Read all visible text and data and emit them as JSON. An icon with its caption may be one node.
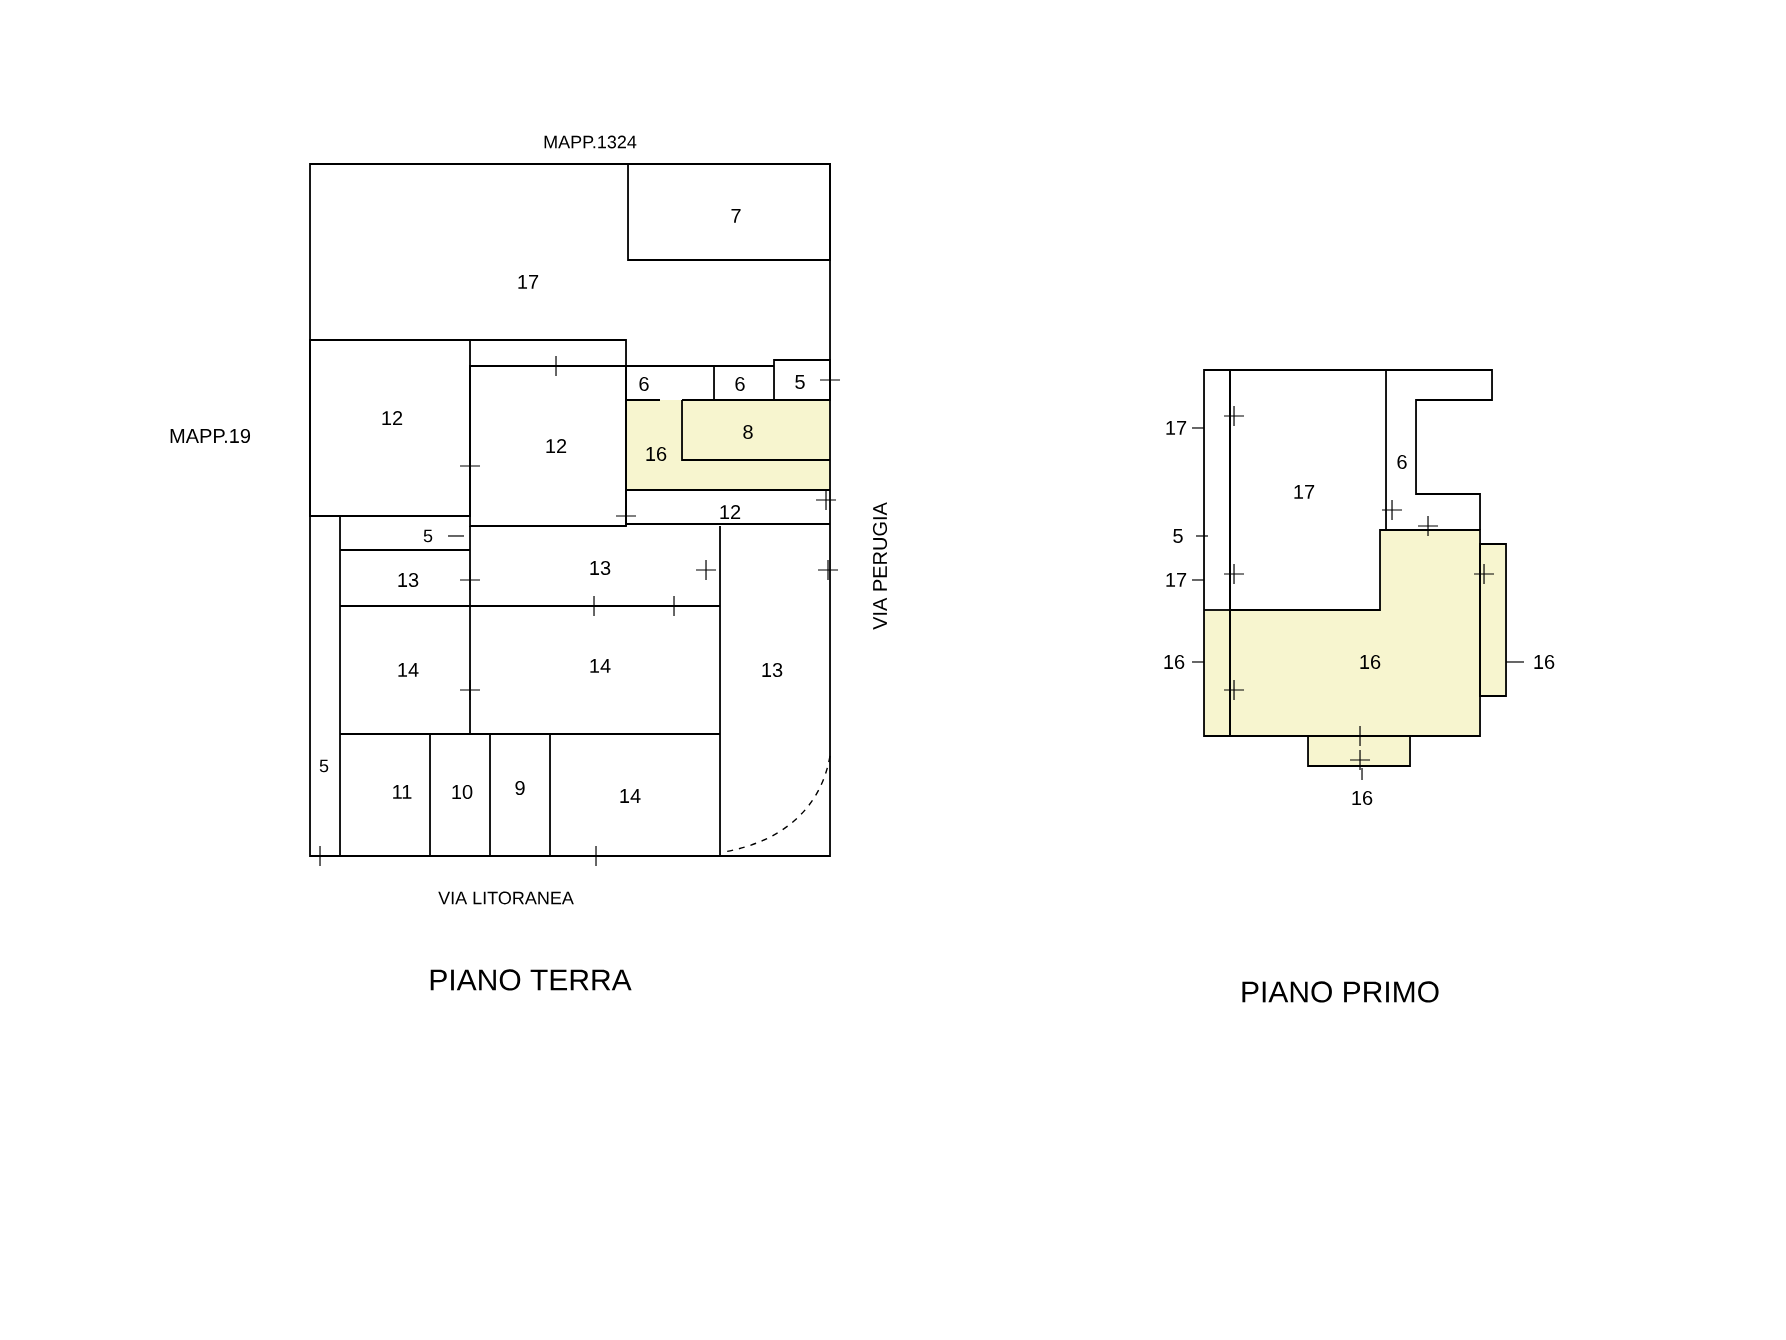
{
  "diagram": {
    "labels": [
      "MAPP.1324",
      "7",
      "17",
      "6",
      "6",
      "5",
      "MAPP.19",
      "12",
      "12",
      "16",
      "8",
      "12",
      "5",
      "13",
      "13",
      "VIA PERUGIA",
      "14",
      "14",
      "13",
      "5",
      "11",
      "10",
      "9",
      "14",
      "VIA LITORANEA",
      "PIANO TERRA",
      "17",
      "17",
      "6",
      "5",
      "17",
      "16",
      "16",
      "16",
      "16",
      "PIANO PRIMO"
    ]
  }
}
